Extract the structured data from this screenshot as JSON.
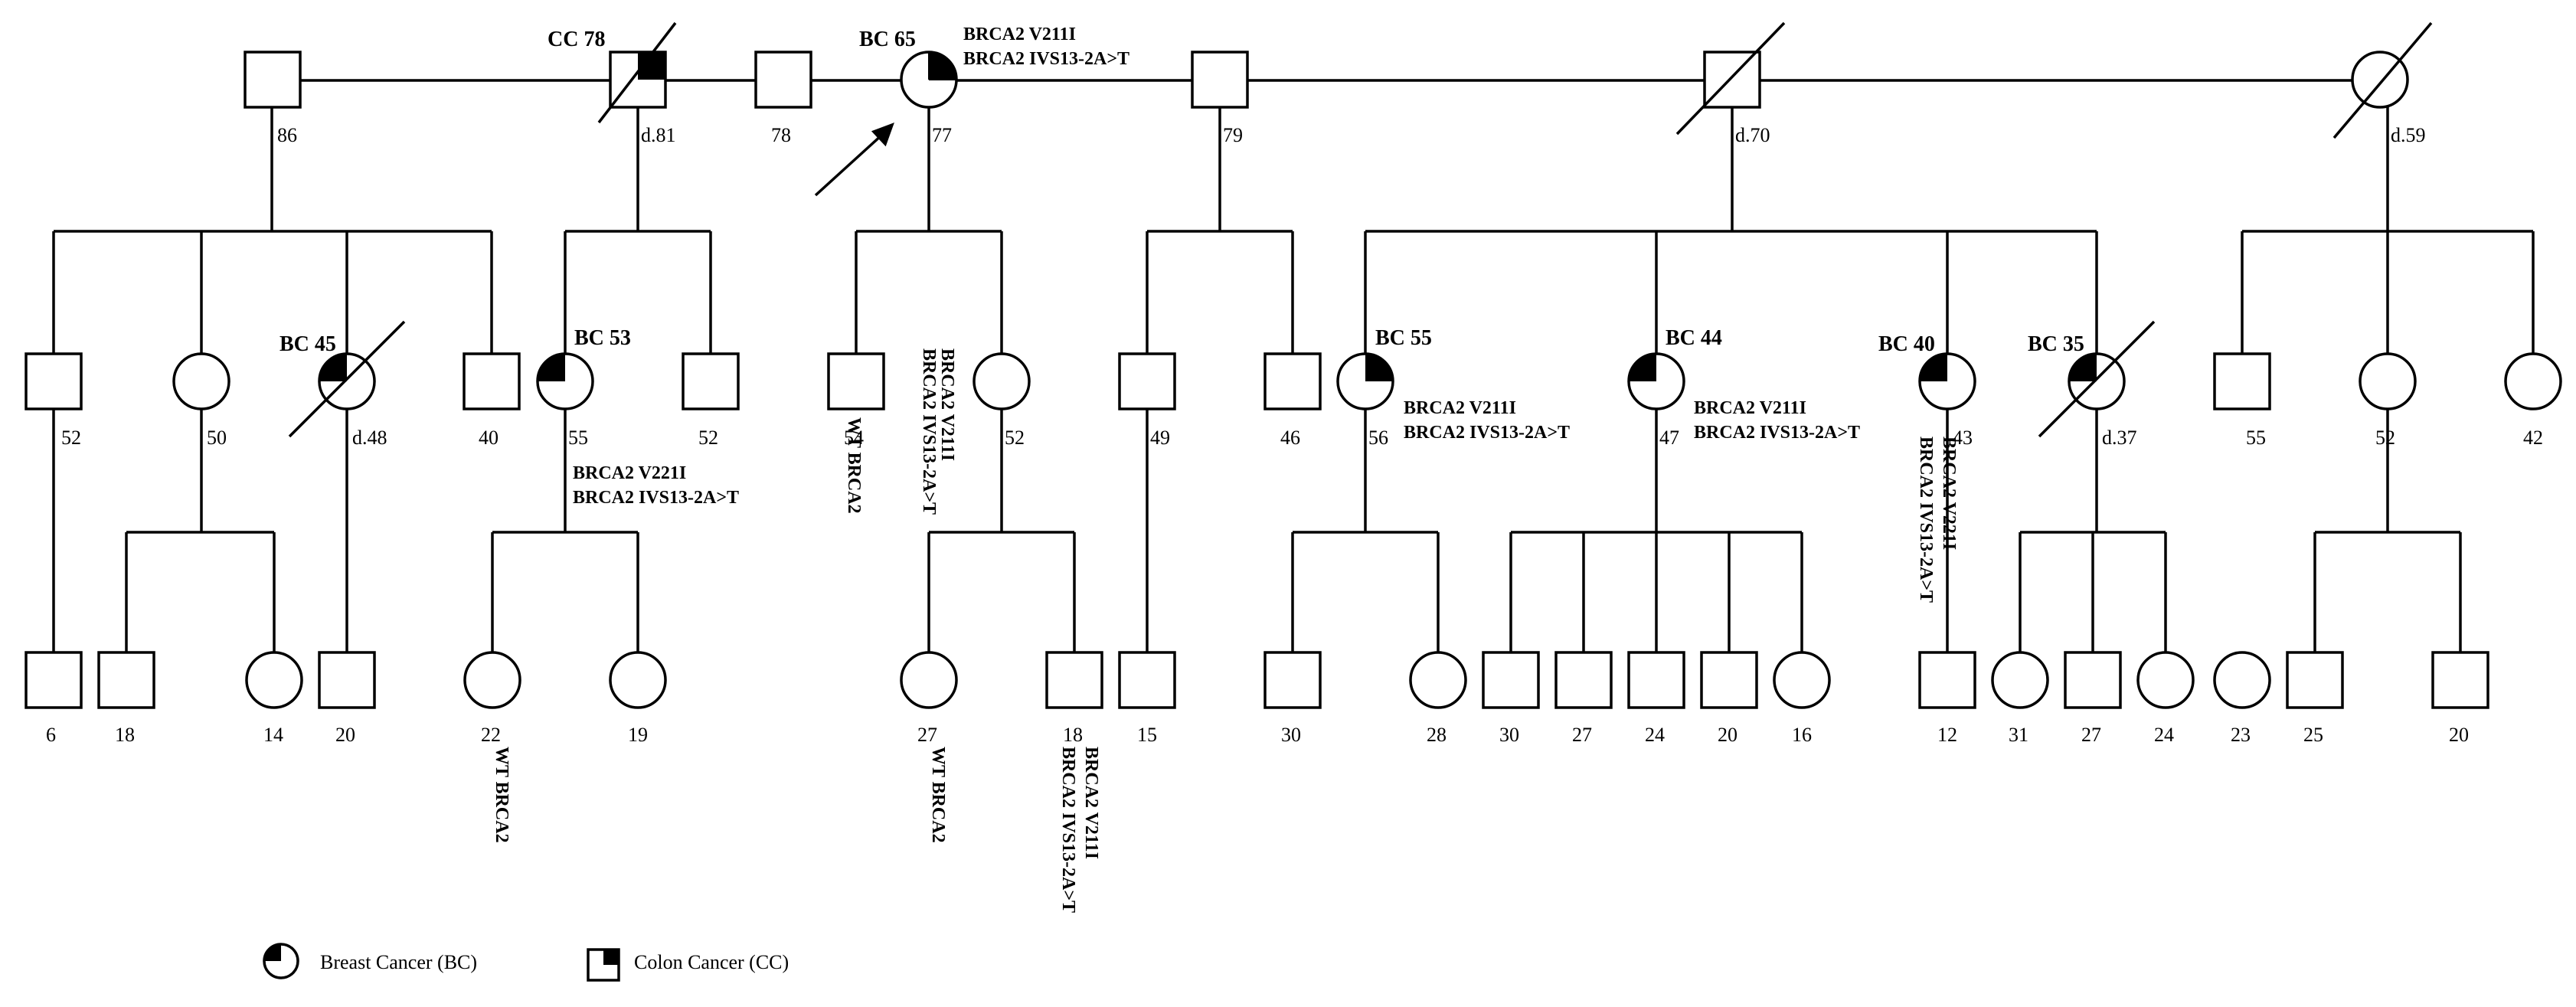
{
  "pedigree": {
    "generation1": {
      "persons": [
        {
          "id": "g1-m1",
          "sex": "male",
          "label": "86"
        },
        {
          "id": "g1-m2",
          "sex": "male",
          "label": "d.81",
          "deceased": true,
          "condition": "colon-cancer",
          "tag": "CC 78"
        },
        {
          "id": "g1-m3",
          "sex": "male",
          "label": "78"
        },
        {
          "id": "g1-f1",
          "sex": "female",
          "label": "77",
          "proband": true,
          "condition": "breast-cancer",
          "tag": "BC 65",
          "genotype": [
            "BRCA2 V211I",
            "BRCA2 IVS13-2A>T"
          ]
        },
        {
          "id": "g1-m4",
          "sex": "male",
          "label": "79"
        },
        {
          "id": "g1-m5",
          "sex": "male",
          "label": "d.70",
          "deceased": true
        },
        {
          "id": "g1-f2",
          "sex": "female",
          "label": "d.59",
          "deceased": true
        }
      ]
    },
    "generation2": {
      "persons": [
        {
          "id": "g2-1",
          "sex": "male",
          "label": "52"
        },
        {
          "id": "g2-2",
          "sex": "female",
          "label": "50"
        },
        {
          "id": "g2-3",
          "sex": "female",
          "label": "d.48",
          "deceased": true,
          "condition": "breast-cancer",
          "tag": "BC 45"
        },
        {
          "id": "g2-4",
          "sex": "male",
          "label": "40"
        },
        {
          "id": "g2-5",
          "sex": "female",
          "label": "55",
          "condition": "breast-cancer",
          "tag": "BC 53",
          "genotype": [
            "BRCA2 V221I",
            "BRCA2 IVS13-2A>T"
          ]
        },
        {
          "id": "g2-6",
          "sex": "male",
          "label": "52"
        },
        {
          "id": "g2-7",
          "sex": "male",
          "label": "54",
          "genotype": [
            "WT BRCA2"
          ]
        },
        {
          "id": "g2-8",
          "sex": "female",
          "label": "52",
          "genotype": [
            "BRCA2 V211I",
            "BRCA2 IVS13-2A>T"
          ]
        },
        {
          "id": "g2-9",
          "sex": "male",
          "label": "49"
        },
        {
          "id": "g2-10",
          "sex": "male",
          "label": "46"
        },
        {
          "id": "g2-11",
          "sex": "female",
          "label": "56",
          "condition": "breast-cancer",
          "tag": "BC 55",
          "genotype": [
            "BRCA2 V211I",
            "BRCA2 IVS13-2A>T"
          ]
        },
        {
          "id": "g2-12",
          "sex": "female",
          "label": "47",
          "condition": "breast-cancer",
          "tag": "BC 44",
          "genotype": [
            "BRCA2 V211I",
            "BRCA2 IVS13-2A>T"
          ]
        },
        {
          "id": "g2-13",
          "sex": "female",
          "label": "43",
          "condition": "breast-cancer",
          "tag": "BC 40",
          "genotype": [
            "BRCA2 V221I",
            "BRCA2 IVS13-2A>T"
          ]
        },
        {
          "id": "g2-14",
          "sex": "female",
          "label": "d.37",
          "deceased": true,
          "condition": "breast-cancer",
          "tag": "BC 35"
        },
        {
          "id": "g2-15",
          "sex": "male",
          "label": "55"
        },
        {
          "id": "g2-16",
          "sex": "female",
          "label": "52"
        },
        {
          "id": "g2-17",
          "sex": "female",
          "label": "42"
        }
      ]
    },
    "generation3": {
      "persons": [
        {
          "id": "g3-1",
          "sex": "male",
          "label": "6"
        },
        {
          "id": "g3-2",
          "sex": "male",
          "label": "18"
        },
        {
          "id": "g3-3",
          "sex": "female",
          "label": "14"
        },
        {
          "id": "g3-4",
          "sex": "male",
          "label": "20"
        },
        {
          "id": "g3-5",
          "sex": "female",
          "label": "22",
          "genotype": [
            "WT BRCA2"
          ]
        },
        {
          "id": "g3-6",
          "sex": "female",
          "label": "19"
        },
        {
          "id": "g3-7",
          "sex": "female",
          "label": "27",
          "genotype": [
            "WT BRCA2"
          ]
        },
        {
          "id": "g3-8",
          "sex": "male",
          "label": "18",
          "genotype": [
            "BRCA2 V211I",
            "BRCA2 IVS13-2A>T"
          ]
        },
        {
          "id": "g3-9",
          "sex": "male",
          "label": "15"
        },
        {
          "id": "g3-10",
          "sex": "male",
          "label": "30"
        },
        {
          "id": "g3-11",
          "sex": "female",
          "label": "28"
        },
        {
          "id": "g3-12",
          "sex": "male",
          "label": "30"
        },
        {
          "id": "g3-13",
          "sex": "male",
          "label": "27"
        },
        {
          "id": "g3-14",
          "sex": "male",
          "label": "24"
        },
        {
          "id": "g3-15",
          "sex": "male",
          "label": "20"
        },
        {
          "id": "g3-16",
          "sex": "female",
          "label": "16"
        },
        {
          "id": "g3-17",
          "sex": "male",
          "label": "12"
        },
        {
          "id": "g3-18",
          "sex": "female",
          "label": "31"
        },
        {
          "id": "g3-19",
          "sex": "male",
          "label": "27"
        },
        {
          "id": "g3-20",
          "sex": "female",
          "label": "24"
        },
        {
          "id": "g3-21",
          "sex": "female",
          "label": "23"
        },
        {
          "id": "g3-22",
          "sex": "male",
          "label": "25"
        },
        {
          "id": "g3-23",
          "sex": "male",
          "label": "20"
        }
      ]
    },
    "legend": {
      "breast_cancer_label": "Breast  Cancer (BC)",
      "colon_cancer_label": "Colon Cancer (CC)"
    }
  }
}
